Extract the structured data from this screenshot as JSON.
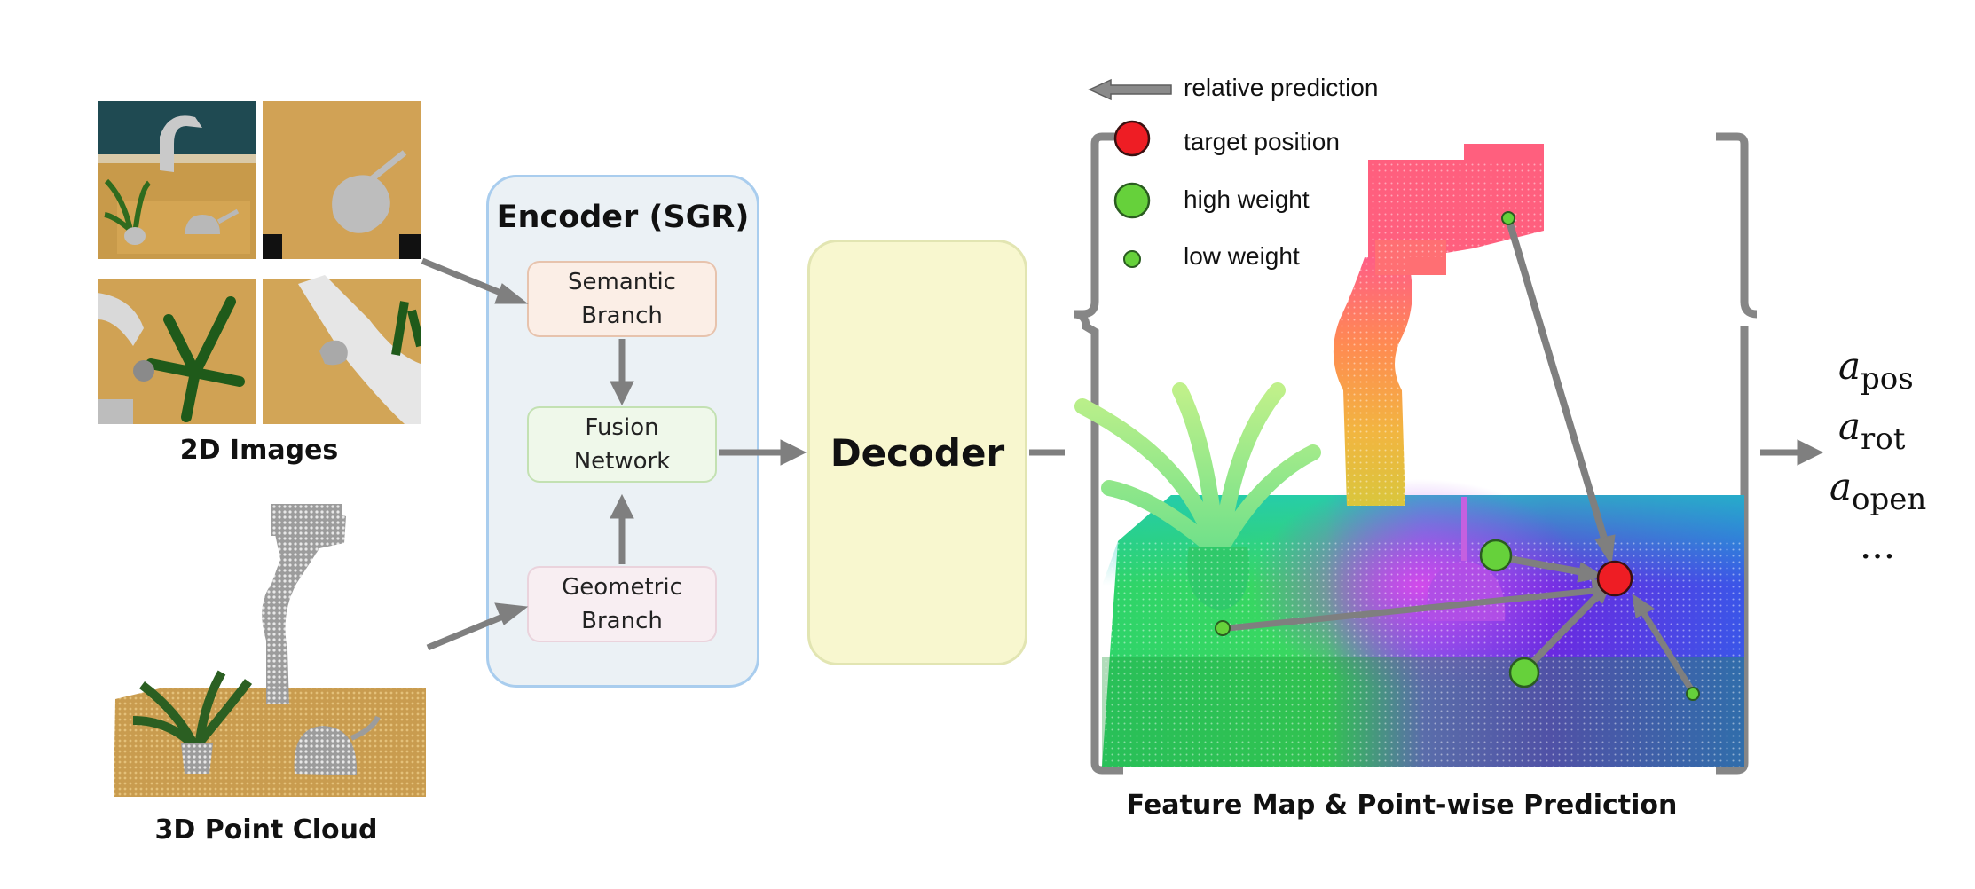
{
  "inputs": {
    "images_caption": "2D Images",
    "pointcloud_caption": "3D Point Cloud"
  },
  "encoder": {
    "title": "Encoder (SGR)",
    "semantic_branch": "Semantic\nBranch",
    "fusion_network": "Fusion\nNetwork",
    "geometric_branch": "Geometric\nBranch"
  },
  "decoder": {
    "label": "Decoder"
  },
  "legend": {
    "relative_prediction": "relative prediction",
    "target_position": "target position",
    "high_weight": "high weight",
    "low_weight": "low weight"
  },
  "feature_map": {
    "caption": "Feature Map & Point-wise Prediction"
  },
  "outputs": {
    "pos": {
      "base": "a",
      "sub": "pos"
    },
    "rot": {
      "base": "a",
      "sub": "rot"
    },
    "open": {
      "base": "a",
      "sub": "open"
    },
    "more": "..."
  },
  "colors": {
    "arrow_gray": "#7f7f7f",
    "encoder_fill": "#ebf1f5",
    "encoder_border": "#a9cdee",
    "decoder_fill": "#f8f7cf",
    "semantic_fill": "#fbeee6",
    "fusion_fill": "#eff8ea",
    "geometric_fill": "#f8eef2",
    "target_red": "#ee1d24",
    "weight_green": "#66d13b"
  }
}
